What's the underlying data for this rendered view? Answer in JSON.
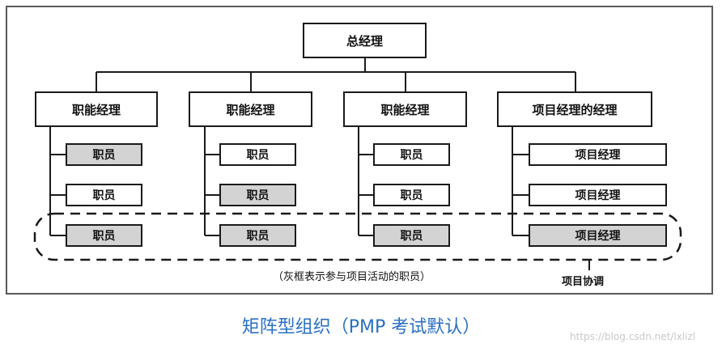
{
  "diagram": {
    "top": "总经理",
    "columns": [
      {
        "header": "职能经理",
        "staff": [
          {
            "label": "职员",
            "participating": true
          },
          {
            "label": "职员",
            "participating": false
          },
          {
            "label": "职员",
            "participating": true
          }
        ]
      },
      {
        "header": "职能经理",
        "staff": [
          {
            "label": "职员",
            "participating": false
          },
          {
            "label": "职员",
            "participating": true
          },
          {
            "label": "职员",
            "participating": true
          }
        ]
      },
      {
        "header": "职能经理",
        "staff": [
          {
            "label": "职员",
            "participating": false
          },
          {
            "label": "职员",
            "participating": false
          },
          {
            "label": "职员",
            "participating": true
          }
        ]
      },
      {
        "header": "项目经理的经理",
        "staff": [
          {
            "label": "项目经理",
            "participating": false
          },
          {
            "label": "项目经理",
            "participating": false
          },
          {
            "label": "项目经理",
            "participating": true
          }
        ]
      }
    ],
    "legend_note": "（灰框表示参与项目活动的职员）",
    "coordination_label": "项目协调"
  },
  "caption": "矩阵型组织（PMP 考试默认）",
  "watermark": "https://blog.csdn.net/lxlizl",
  "colors": {
    "participating_fill": "#d3d3d3",
    "caption": "#2a6fc4"
  }
}
